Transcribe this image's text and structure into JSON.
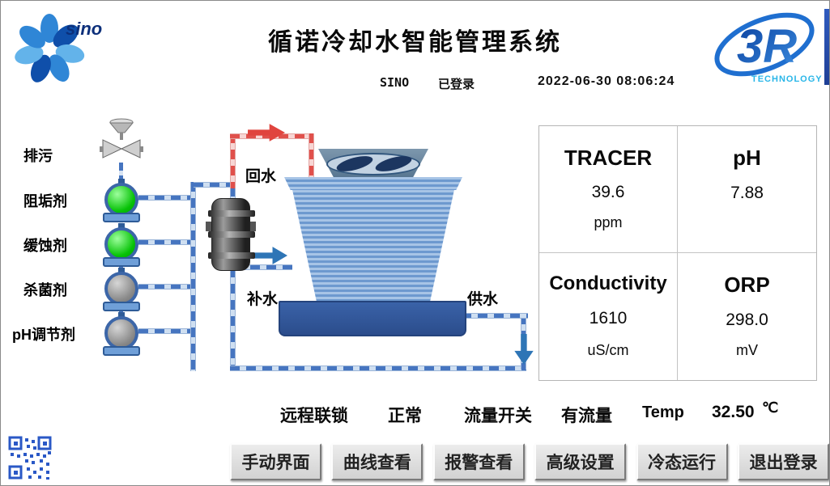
{
  "header": {
    "title": "循诺冷却水智能管理系统",
    "user": "SINO",
    "login_status": "已登录",
    "datetime": "2022-06-30  08:06:24"
  },
  "logos": {
    "sino_text": "sino",
    "r3_text": "3R",
    "r3_sub": "TECHNOLOGY"
  },
  "diagram": {
    "blowdown": "排污",
    "scale_inhibitor": "阻垢剂",
    "corrosion_inhibitor": "缓蚀剂",
    "biocide": "杀菌剂",
    "ph_adjuster": "pH调节剂",
    "return_water": "回水",
    "makeup_water": "补水",
    "supply_water": "供水"
  },
  "metrics": {
    "tracer": {
      "name": "TRACER",
      "value": "39.6",
      "unit": "ppm"
    },
    "ph": {
      "name": "pH",
      "value": "7.88",
      "unit": ""
    },
    "conductivity": {
      "name": "Conductivity",
      "value": "1610",
      "unit": "uS/cm"
    },
    "orp": {
      "name": "ORP",
      "value": "298.0",
      "unit": "mV"
    }
  },
  "status": {
    "interlock_label": "远程联锁",
    "interlock_value": "正常",
    "flow_label": "流量开关",
    "flow_value": "有流量",
    "temp_label": "Temp",
    "temp_value": "32.50",
    "temp_unit": "℃"
  },
  "buttons": {
    "manual": "手动界面",
    "curves": "曲线查看",
    "alarms": "报警查看",
    "settings": "高级设置",
    "cold_run": "冷态运行",
    "logout": "退出登录"
  },
  "colors": {
    "pipe_blue": "#4675c0",
    "pipe_red": "#e0504b",
    "pump_on": "#06c206",
    "pump_off": "#8a8a8a",
    "basin_blue": "#2b4d8c",
    "logo_blue": "#1f6fd0",
    "logo_cyan": "#29b6e8"
  }
}
